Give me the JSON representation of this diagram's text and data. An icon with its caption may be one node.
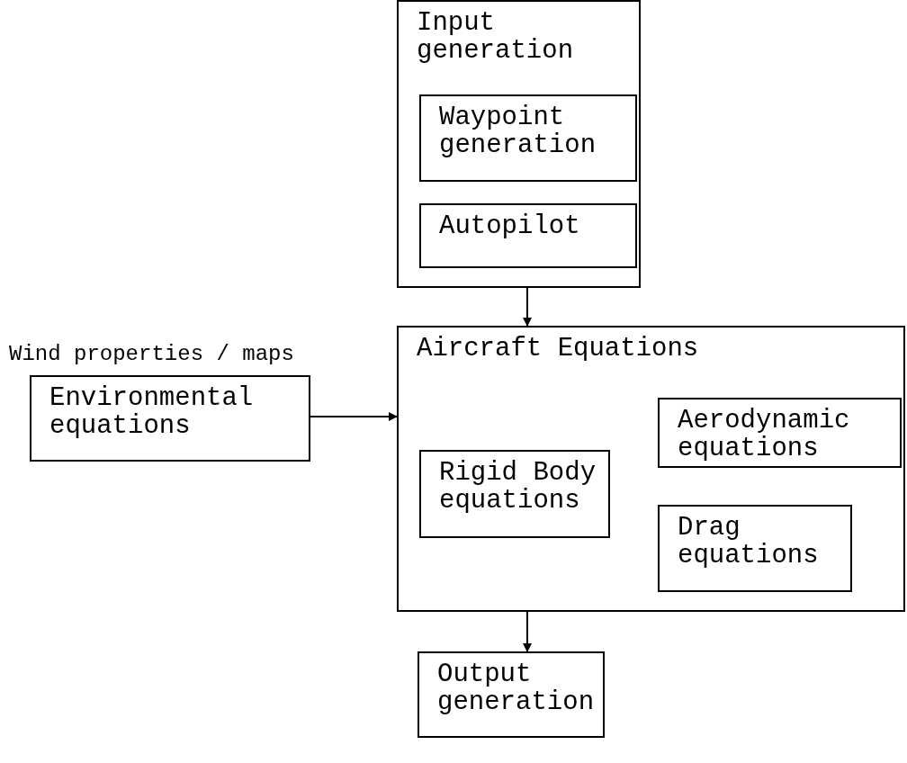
{
  "diagram": {
    "nodes": [
      {
        "text": [
          "Input generation"
        ]
      },
      {
        "text": [
          "Waypoint generation"
        ],
        "in": 0
      },
      {
        "text": [
          "Autopilot"
        ],
        "in": 0
      },
      {
        "text": [
          "Environmental equations"
        ],
        "beside": [
          "Wind properties / maps"
        ]
      },
      {
        "text": [
          "Aircraft Equations"
        ]
      },
      {
        "text": [
          "Aerodynamic equations"
        ],
        "in": 4
      },
      {
        "text": [
          "Rigid Body equations"
        ],
        "in": 4
      },
      {
        "text": [
          "Drag equations"
        ],
        "in": 4
      },
      {
        "text": [
          "Output generation"
        ]
      }
    ],
    "edges": [
      {
        "from": 0,
        "to": 4,
        "arrow": "to"
      },
      {
        "from": 3,
        "to": 4,
        "arrow": "to"
      },
      {
        "from": 4,
        "to": 8,
        "arrow": "to"
      }
    ]
  }
}
